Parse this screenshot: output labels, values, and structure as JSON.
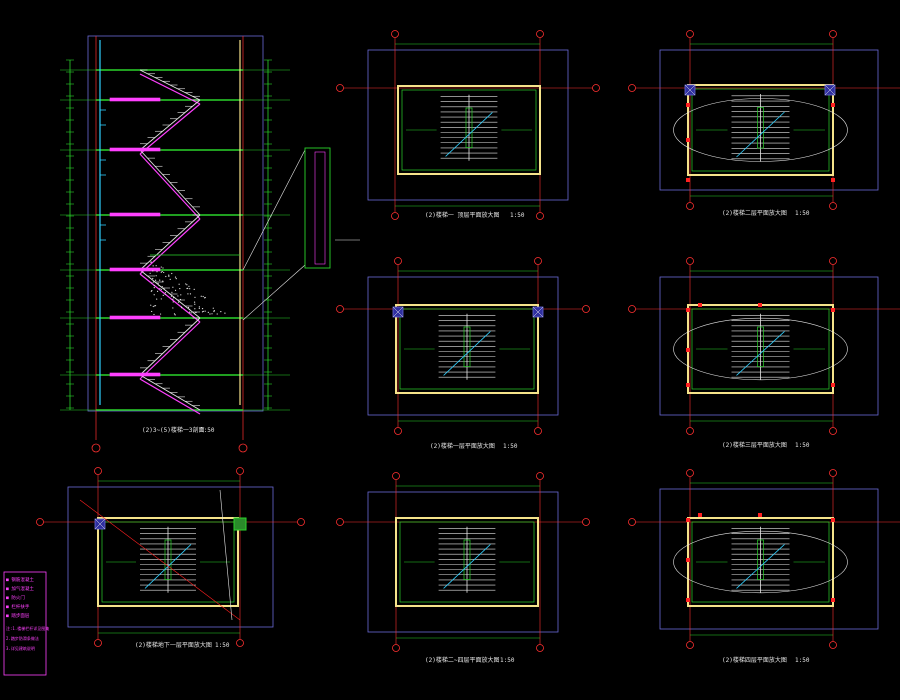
{
  "colors": {
    "background": "#000000",
    "frame": "#6b6bd6",
    "axis": "#ff3030",
    "wall": "#f5e38a",
    "green": "#2bd42b",
    "white": "#e6e6e6",
    "magenta": "#ff40ff",
    "cyan": "#30d0ff",
    "red": "#ff2020"
  },
  "section": {
    "title": "(2)3~(5)楼梯一3剖面",
    "scale": "1:50"
  },
  "plans": [
    {
      "id": "top-center",
      "title": "(2)楼梯一 顶层平面放大图",
      "scale": "1:50"
    },
    {
      "id": "top-right",
      "title": "(2)楼梯二层平面放大图",
      "scale": "1:50"
    },
    {
      "id": "mid-center",
      "title": "(2)楼梯一层平面放大图",
      "scale": "1:50"
    },
    {
      "id": "mid-right",
      "title": "(2)楼梯三层平面放大图",
      "scale": "1:50"
    },
    {
      "id": "bot-left",
      "title": "(2)楼梯地下一层平面放大图",
      "scale": "1:50"
    },
    {
      "id": "bot-center",
      "title": "(2)楼梯二~四层平面放大图",
      "scale": "1:50"
    },
    {
      "id": "bot-right",
      "title": "(2)楼梯四层平面放大图",
      "scale": "1:50"
    }
  ],
  "legend": {
    "rows": [
      "■ 钢筋混凝土",
      "■ 加气混凝土",
      "■ 防火门",
      "■ 栏杆扶手",
      "■ 踏步面层"
    ],
    "notes": [
      "注:1.楼梯栏杆详见图集",
      "2.踏步防滑条做法",
      "3.详见建筑说明"
    ]
  }
}
